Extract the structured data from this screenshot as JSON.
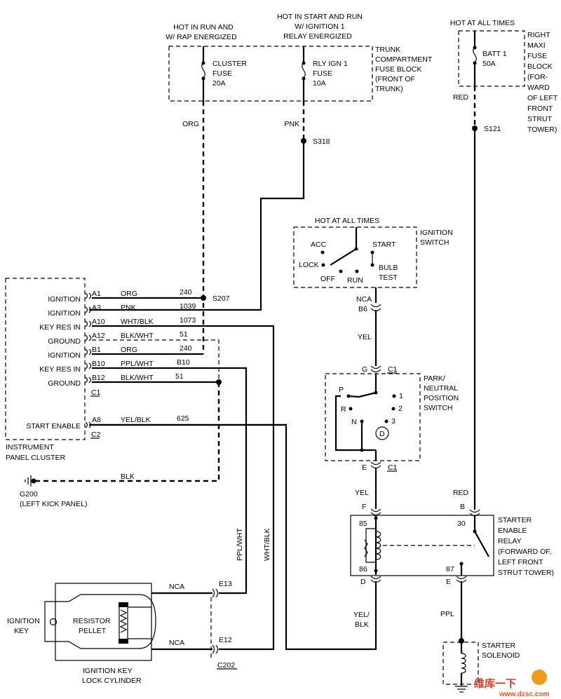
{
  "labels": {
    "hot_run_1": "HOT IN RUN AND",
    "hot_run_2": "W/ RAP ENERGIZED",
    "hot_start_1": "HOT IN START AND RUN",
    "hot_start_2": "W/ IGNITION 1",
    "hot_start_3": "RELAY ENERGIZED",
    "hot_always_top": "HOT AT ALL TIMES",
    "hot_always_ign": "HOT AT ALL TIMES"
  },
  "trunk_block": [
    "TRUNK",
    "COMPARTMENT",
    "FUSE BLOCK",
    "(FRONT OF",
    "TRUNK)"
  ],
  "cluster_fuse": [
    "CLUSTER",
    "FUSE",
    "20A"
  ],
  "rly_fuse": [
    "RLY IGN 1",
    "FUSE",
    "10A"
  ],
  "maxi_block": [
    "RIGHT",
    "MAXI",
    "FUSE",
    "BLOCK",
    "(FOR-",
    "WARD",
    "OF LEFT",
    "FRONT",
    "STRUT",
    "TOWER)"
  ],
  "batt_fuse": [
    "BATT 1",
    "50A"
  ],
  "wires": {
    "org": "ORG",
    "pnk": "PNK",
    "red1": "RED",
    "red2": "RED",
    "yel1": "YEL",
    "yel2": "YEL",
    "yelblk": [
      "YEL/",
      "BLK"
    ],
    "ppl": "PPL",
    "pplwht_v": "PPL/WHT",
    "whtblk_v": "WHT/BLK",
    "blk": "BLK"
  },
  "splices": {
    "s318": "S318",
    "s121": "S121",
    "s207": "S207"
  },
  "ignition_switch": {
    "label": [
      "IGNITION",
      "SWITCH"
    ],
    "acc": "ACC",
    "start": "START",
    "lock": "LOCK",
    "off": "OFF",
    "run": "RUN",
    "bulb": "BULB",
    "test": "TEST"
  },
  "connectors": {
    "nca_b6": "NCA",
    "b6": "B6",
    "g": "G",
    "c1_g": "C1",
    "e": "E",
    "c1_e": "C1",
    "f": "F",
    "b": "B",
    "d": "D",
    "e_relay": "E",
    "e13": "E13",
    "e12": "E12",
    "nca_e13": "NCA",
    "nca_e12": "NCA",
    "c202": "C202"
  },
  "pnp_switch": {
    "label": [
      "PARK/",
      "NEUTRAL",
      "POSITION",
      "SWITCH"
    ],
    "p": "P",
    "r": "R",
    "n": "N",
    "one": "1",
    "two": "2",
    "three": "3",
    "d": "D"
  },
  "cluster": {
    "pins": [
      {
        "name": "IGNITION",
        "pin": "A1",
        "color": "ORG",
        "circuit": "240"
      },
      {
        "name": "IGNITION",
        "pin": "A3",
        "color": "PNK",
        "circuit": "1039"
      },
      {
        "name": "KEY RES IN",
        "pin": "A10",
        "color": "WHT/BLK",
        "circuit": "1073"
      },
      {
        "name": "GROUND",
        "pin": "A12",
        "color": "BLK/WHT",
        "circuit": "51"
      },
      {
        "name": "IGNITION",
        "pin": "B1",
        "color": "ORG",
        "circuit": "240"
      },
      {
        "name": "KEY RES IN",
        "pin": "B10",
        "color": "PPL/WHT",
        "circuit": "B10"
      },
      {
        "name": "GROUND",
        "pin": "B12",
        "color": "BLK/WHT",
        "circuit": "51"
      }
    ],
    "c1": "C1",
    "start_enable": {
      "name": "START ENABLE",
      "pin": "A8",
      "color": "YEL/BLK",
      "circuit": "625"
    },
    "c2": "C2",
    "label": [
      "INSTRUMENT",
      "PANEL CLUSTER"
    ]
  },
  "ground": [
    "G200",
    "(LEFT KICK PANEL)"
  ],
  "relay": {
    "label": [
      "STARTER",
      "ENABLE",
      "RELAY",
      "(FORWARD OF,",
      "LEFT FRONT",
      "STRUT TOWER)"
    ],
    "p85": "85",
    "p86": "86",
    "p30": "30",
    "p87": "87"
  },
  "solenoid": [
    "STARTER",
    "SOLENOID"
  ],
  "ign_key": {
    "key": [
      "IGNITION",
      "KEY"
    ],
    "pellet": [
      "RESISTOR",
      "PELLET"
    ],
    "cyl": [
      "IGNITION KEY",
      "LOCK CYLINDER"
    ]
  },
  "watermark": {
    "brand": "维库一下",
    "url": "www.dzsc.com"
  }
}
